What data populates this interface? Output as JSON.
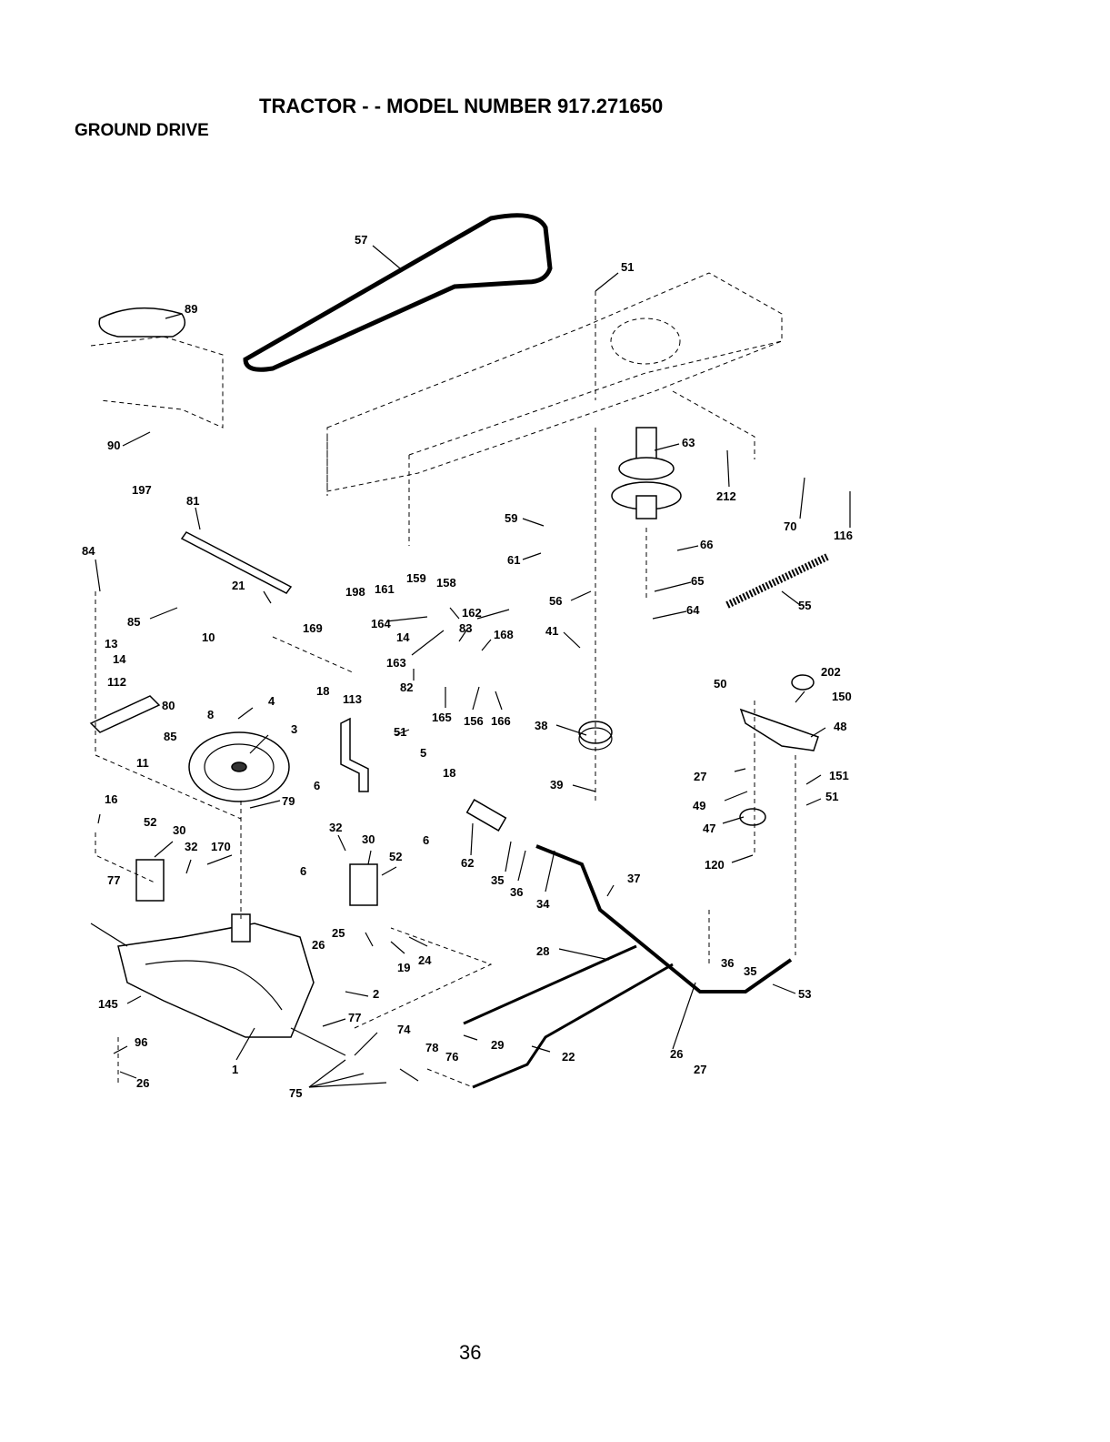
{
  "header": {
    "title": "TRACTOR - - MODEL NUMBER 917.271650",
    "section": "GROUND DRIVE"
  },
  "footer": {
    "page_number": "36"
  },
  "labels": [
    "57",
    "51",
    "89",
    "90",
    "197",
    "81",
    "84",
    "85",
    "13",
    "14",
    "112",
    "80",
    "85",
    "11",
    "21",
    "10",
    "8",
    "4",
    "3",
    "169",
    "198",
    "161",
    "159",
    "158",
    "162",
    "164",
    "14",
    "83",
    "163",
    "168",
    "82",
    "18",
    "113",
    "51",
    "165",
    "156",
    "166",
    "59",
    "61",
    "56",
    "41",
    "63",
    "212",
    "70",
    "116",
    "66",
    "65",
    "64",
    "55",
    "38",
    "39",
    "50",
    "202",
    "150",
    "48",
    "27",
    "151",
    "51",
    "49",
    "47",
    "120",
    "6",
    "5",
    "18",
    "6",
    "79",
    "16",
    "52",
    "30",
    "32",
    "170",
    "32",
    "30",
    "52",
    "6",
    "77",
    "62",
    "35",
    "36",
    "34",
    "37",
    "26",
    "25",
    "24",
    "19",
    "2",
    "28",
    "36",
    "35",
    "53",
    "145",
    "77",
    "74",
    "29",
    "22",
    "26",
    "27",
    "96",
    "26",
    "1",
    "78",
    "76",
    "75"
  ]
}
